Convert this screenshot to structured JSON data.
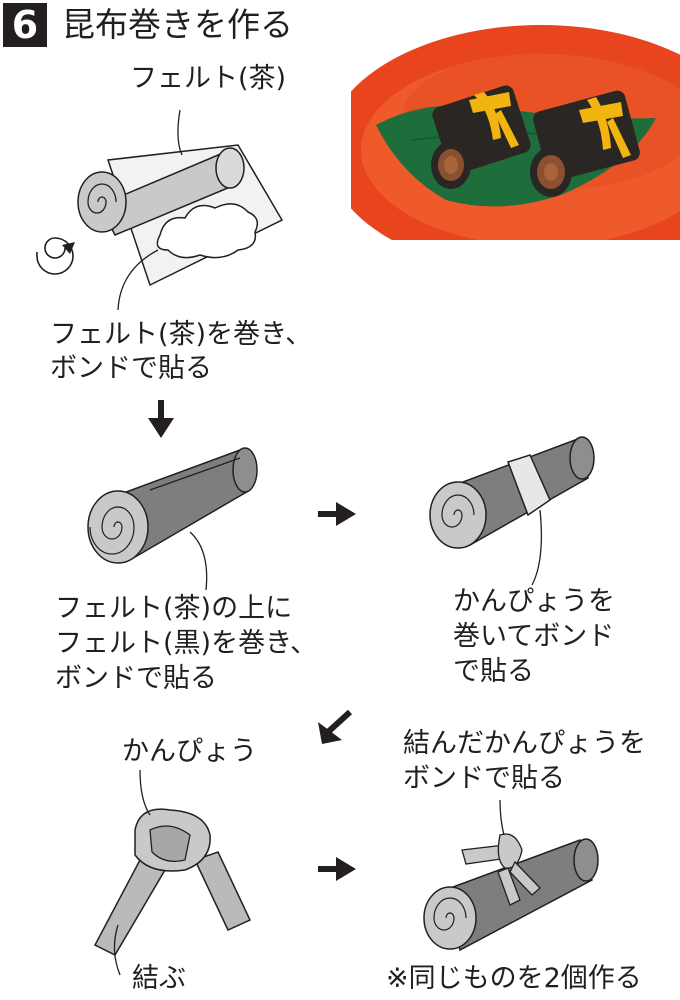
{
  "step": {
    "number": "6",
    "title": "昆布巻きを作る"
  },
  "labels": {
    "felt_brown": "フェルト(茶)",
    "roll_step_line1": "フェルト(茶)を巻き、",
    "roll_step_line2": "ボンドで貼る",
    "wrap_black_line1": "フェルト(茶)の上に",
    "wrap_black_line2": "フェルト(黒)を巻き、",
    "wrap_black_line3": "ボンドで貼る",
    "kanpyo_wrap_line1": "かんぴょうを",
    "kanpyo_wrap_line2": "巻いてボンド",
    "kanpyo_wrap_line3": "で貼る",
    "kanpyo": "かんぴょう",
    "tie": "結ぶ",
    "knot_glue_line1": "結んだかんぴょうを",
    "knot_glue_line2": "ボンドで貼る",
    "note": "※同じものを2個作る"
  },
  "colors": {
    "felt_brown_light": "#c8c9ca",
    "felt_black": "#7d7e80",
    "kanpyo": "#b9babb",
    "plate": "#e8441d",
    "leaf": "#1e6e3c",
    "roll_black": "#2a2624",
    "roll_brown": "#8a5030",
    "band_yellow": "#f2b40f"
  },
  "icons": {
    "rotate": "rotate-arrow-icon",
    "arrow_down": "arrow-down-icon",
    "arrow_right": "arrow-right-icon",
    "arrow_down_left": "arrow-down-left-icon"
  }
}
